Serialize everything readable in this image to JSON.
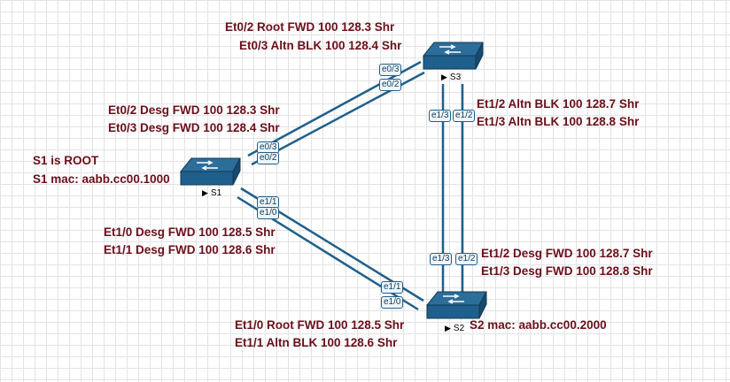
{
  "switches": {
    "s1": {
      "name": "S1"
    },
    "s2": {
      "name": "S2"
    },
    "s3": {
      "name": "S3"
    }
  },
  "notes": {
    "s1_root": "S1 is ROOT",
    "s1_mac": "S1 mac: aabb.cc00.1000",
    "s2_mac": "S2 mac: aabb.cc00.2000"
  },
  "s3_ports": {
    "line1": "Et0/2 Root FWD 100 128.3 Shr",
    "line2": "Et0/3 Altn BLK 100 128.4 Shr"
  },
  "s1_ports_to_s3": {
    "line1": "Et0/2 Desg FWD 100 128.3 Shr",
    "line2": "Et0/3 Desg FWD 100 128.4 Shr"
  },
  "s1_ports_to_s2": {
    "line1": "Et1/0 Desg FWD 100 128.5 Shr",
    "line2": "Et1/1 Desg FWD 100 128.6 Shr"
  },
  "s3_ports_to_s2": {
    "line1": "Et1/2 Altn BLK 100 128.7 Shr",
    "line2": "Et1/3 Altn BLK 100 128.8 Shr"
  },
  "s2_ports_to_s3": {
    "line1": "Et1/2 Desg FWD 100 128.7 Shr",
    "line2": "Et1/3 Desg FWD 100 128.8 Shr"
  },
  "s2_ports_to_s1": {
    "line1": "Et1/0 Root FWD 100 128.5 Shr",
    "line2": "Et1/1 Altn BLK 100 128.6 Shr"
  },
  "port_tags": {
    "s3_e03": "e0/3",
    "s3_e02": "e0/2",
    "s1_e03": "e0/3",
    "s1_e02": "e0/2",
    "s1_e11": "e1/1",
    "s1_e10": "e1/0",
    "s2_e11": "e1/1",
    "s2_e10": "e1/0",
    "s3_e13": "e1/3",
    "s3_e12": "e1/2",
    "s2_e13": "e1/3",
    "s2_e12": "e1/2"
  },
  "colors": {
    "link": "#1f5f8b",
    "label": "#6b0f1a",
    "switch_body": "#1f5f8b"
  }
}
